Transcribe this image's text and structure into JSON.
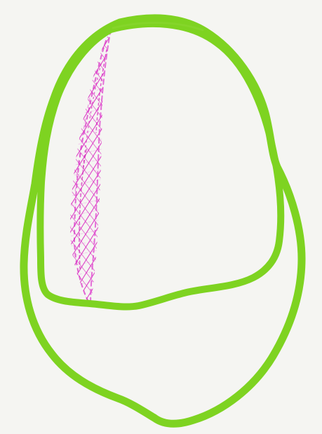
{
  "drawing": {
    "background_color": "#f5f5f2",
    "outline_color": "#7ed321",
    "hatch_color": "#d81fbf",
    "shapes": [
      "outer-outline-shape",
      "inner-outline-shape",
      "hatched-shading-shape"
    ]
  }
}
